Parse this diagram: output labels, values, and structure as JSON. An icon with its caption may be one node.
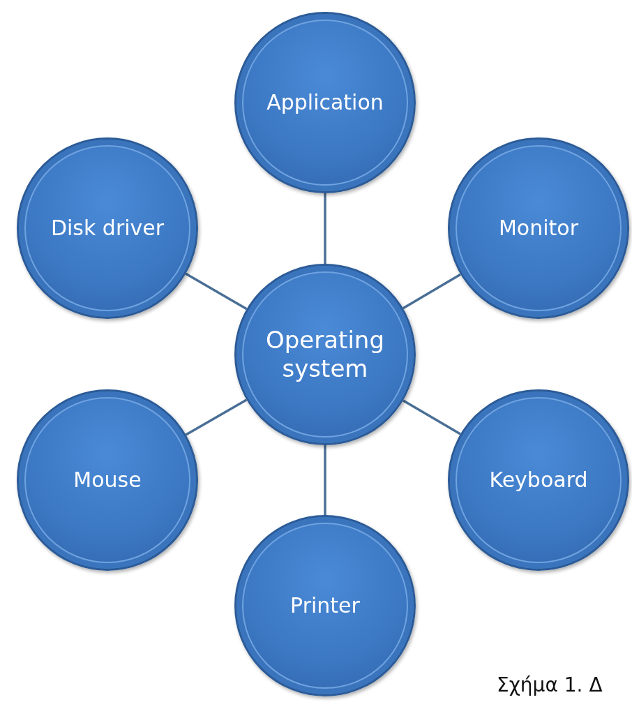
{
  "diagram": {
    "nodes": [
      {
        "text": [
          "Application"
        ]
      },
      {
        "text": [
          "Disk driver"
        ]
      },
      {
        "text": [
          "Monitor"
        ]
      },
      {
        "text": [
          "Operating system"
        ]
      },
      {
        "text": [
          "Mouse"
        ]
      },
      {
        "text": [
          "Keyboard"
        ]
      },
      {
        "text": [
          "Printer"
        ]
      }
    ],
    "edges": [
      {
        "from": 3,
        "to": 0,
        "arrow": "none"
      },
      {
        "from": 3,
        "to": 1,
        "arrow": "none"
      },
      {
        "from": 3,
        "to": 2,
        "arrow": "none"
      },
      {
        "from": 3,
        "to": 4,
        "arrow": "none"
      },
      {
        "from": 3,
        "to": 5,
        "arrow": "none"
      },
      {
        "from": 3,
        "to": 6,
        "arrow": "none"
      }
    ],
    "labels": [
      "Σχήμα 1. Δ"
    ]
  }
}
